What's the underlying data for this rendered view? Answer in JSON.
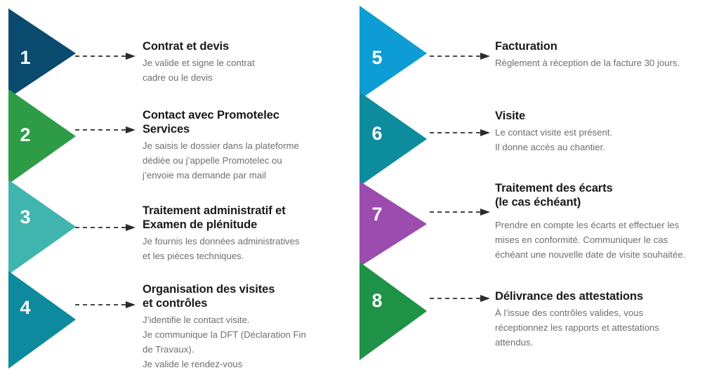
{
  "meta": {
    "background_color": "#ffffff",
    "connector_color": "#2b2b2b",
    "title_color": "#1a1a1a",
    "description_color": "#6d6e71",
    "number_color": "#ffffff"
  },
  "columns": [
    {
      "id": "left",
      "steps": [
        {
          "number": "1",
          "color": "#0b4a6f",
          "title_lines": [
            "Contrat et devis"
          ],
          "description_lines": [
            "Je valide et signe le contrat",
            "cadre ou le devis"
          ]
        },
        {
          "number": "2",
          "color": "#2e9c47",
          "title_lines": [
            "Contact avec Promotelec",
            "Services"
          ],
          "description_lines": [
            "Je saisis le dossier dans la plateforme",
            "dédiée ou j’appelle Promotelec ou",
            "j’envoie ma demande par mail"
          ]
        },
        {
          "number": "3",
          "color": "#3fb5ae",
          "title_lines": [
            "Traitement administratif et",
            "Examen de plénitude"
          ],
          "description_lines": [
            "Je fournis les données administratives",
            "et les pièces techniques."
          ]
        },
        {
          "number": "4",
          "color": "#0e8a9e",
          "title_lines": [
            "Organisation des visites",
            "et contrôles"
          ],
          "description_lines": [
            "J’identifie le contact visite.",
            "Je communique la DFT (Déclaration Fin",
            "de Travaux).",
            "Je valide le rendez-vous"
          ]
        }
      ]
    },
    {
      "id": "right",
      "steps": [
        {
          "number": "5",
          "color": "#0d9dd4",
          "title_lines": [
            "Facturation"
          ],
          "description_lines": [
            "Règlement à réception de la facture 30 jours."
          ]
        },
        {
          "number": "6",
          "color": "#0d8c9e",
          "title_lines": [
            "Visite"
          ],
          "description_lines": [
            "Le contact visite est présent.",
            "Il donne accès au chantier."
          ]
        },
        {
          "number": "7",
          "color": "#9c4bae",
          "title_lines": [
            "Traitement des écarts",
            "(le cas échéant)"
          ],
          "description_lines": [
            "Prendre en compte les écarts et effectuer les",
            "mises en conformité. Communiquer le cas",
            "échéant une nouvelle date de visite souhaitée."
          ]
        },
        {
          "number": "8",
          "color": "#1e9246",
          "title_lines": [
            "Délivrance des attestations"
          ],
          "description_lines": [
            "À l’issue des contrôles valides, vous",
            "réceptionnez les rapports et attestations",
            "attendus."
          ]
        }
      ]
    }
  ]
}
